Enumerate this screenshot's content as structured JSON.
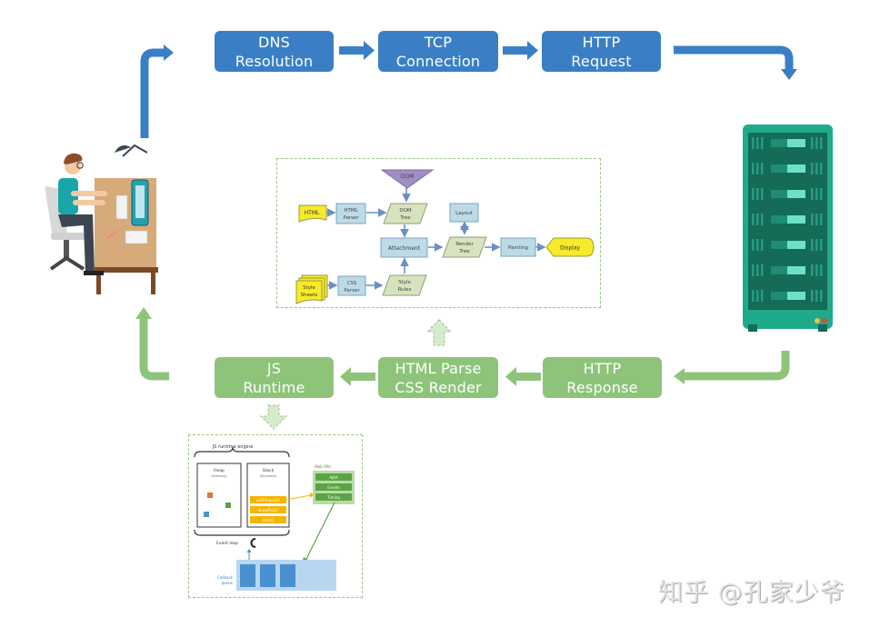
{
  "request_flow": {
    "steps": [
      {
        "line1": "DNS",
        "line2": "Resolution"
      },
      {
        "line1": "TCP",
        "line2": "Connection"
      },
      {
        "line1": "HTTP",
        "line2": "Request"
      }
    ],
    "color": "#3a7fc6"
  },
  "response_flow": {
    "steps": [
      {
        "line1": "HTTP",
        "line2": "Response"
      },
      {
        "line1": "HTML Parse",
        "line2": "CSS Render"
      },
      {
        "line1": "JS",
        "line2": "Runtime"
      }
    ],
    "color": "#8dc47a"
  },
  "actors": {
    "client": "user-at-computer-illustration",
    "server": "server-rack-illustration"
  },
  "render_pipeline": {
    "dom_label": "DOM",
    "html_label": "HTML",
    "html_parser": [
      "HTML",
      "Parser"
    ],
    "dom_tree": [
      "DOM",
      "Tree"
    ],
    "style_sheets": [
      "Style",
      "Sheets"
    ],
    "css_parser": [
      "CSS",
      "Parser"
    ],
    "style_rules": [
      "Style",
      "Rules"
    ],
    "attachment": "Attachment",
    "render_tree": [
      "Render",
      "Tree"
    ],
    "layout": "Layout",
    "painting": "Painting",
    "display": "Display"
  },
  "js_runtime": {
    "engine_label": "JS runtime engine",
    "heap": {
      "title": "Heap",
      "subtitle": "(memory)"
    },
    "stack": {
      "title": "Stack",
      "subtitle": "(functions)",
      "frames": [
        "setTimeout()",
        "showText()",
        "main()"
      ]
    },
    "web_apis": {
      "title": "Web APIs",
      "items": [
        "AJAX",
        "Events",
        "Timing"
      ]
    },
    "event_loop": "Event loop",
    "callback_queue": [
      "Callback",
      "queue"
    ]
  },
  "watermark": "知乎 @孔家少爷"
}
